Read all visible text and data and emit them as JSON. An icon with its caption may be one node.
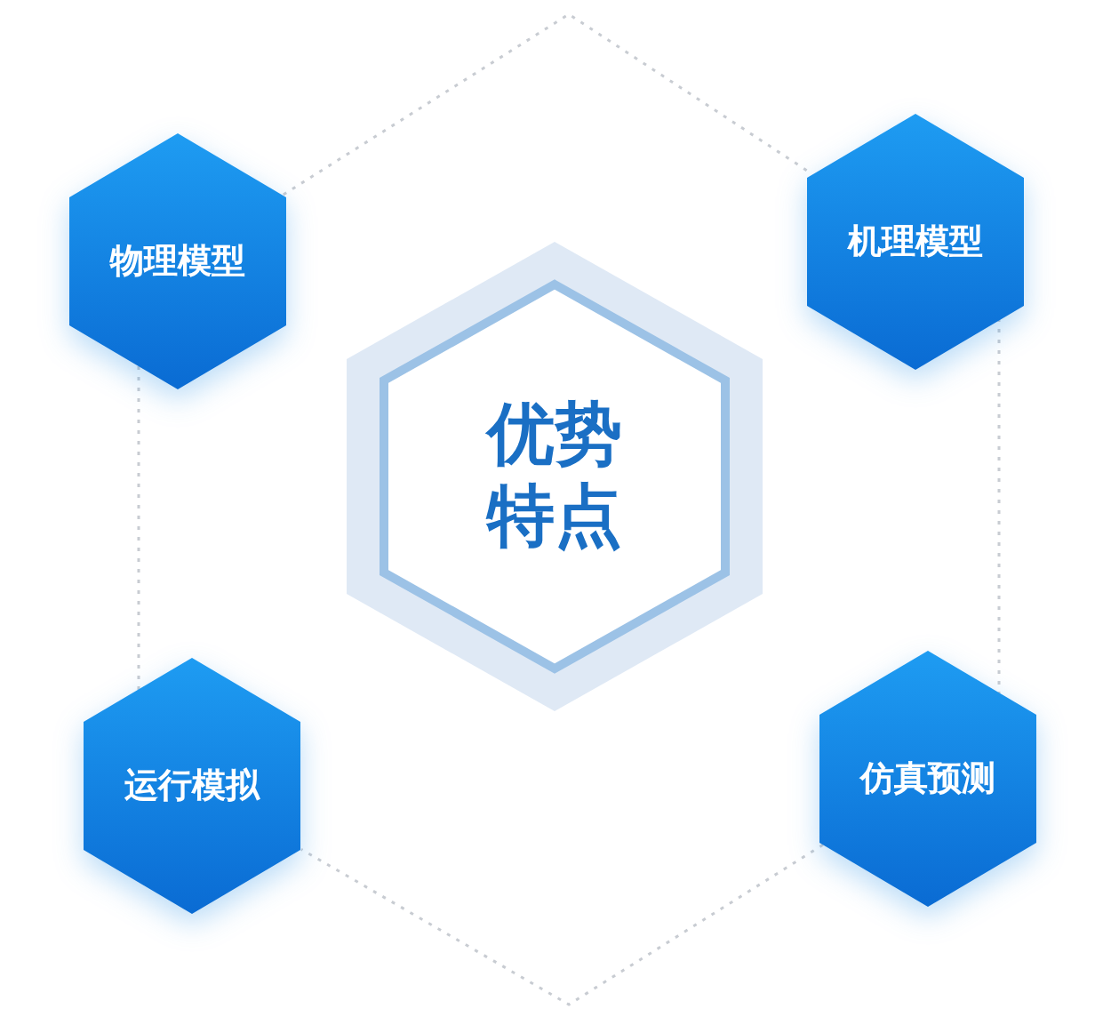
{
  "diagram": {
    "nodes": [
      {
        "text": [
          "物理模型"
        ]
      },
      {
        "text": [
          "机理模型"
        ]
      },
      {
        "text": [
          "优势特点"
        ]
      },
      {
        "text": [
          "运行模拟"
        ]
      },
      {
        "text": [
          "仿真预测"
        ]
      }
    ],
    "edges": [
      {
        "from": 0,
        "to": 1,
        "arrow": "none",
        "style": "dashed"
      },
      {
        "from": 1,
        "to": 4,
        "arrow": "none",
        "style": "dashed"
      },
      {
        "from": 4,
        "to": 3,
        "arrow": "none",
        "style": "dashed"
      },
      {
        "from": 3,
        "to": 0,
        "arrow": "none",
        "style": "dashed"
      }
    ]
  }
}
